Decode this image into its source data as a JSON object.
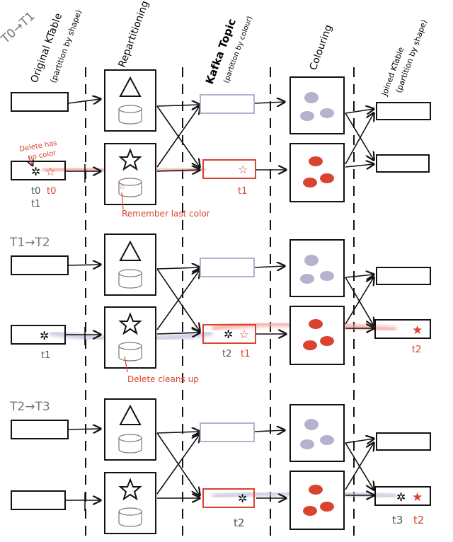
{
  "headers": {
    "original_ktable": "Original KTable",
    "original_ktable_sub": "(partition by shape)",
    "repartitioning": "Repartitioning",
    "kafka_topic": "Kafka Topic",
    "kafka_topic_sub": "(partition by colour)",
    "colouring": "Colouring",
    "joined_ktable": "Joined KTable",
    "joined_ktable_sub": "(partition by shape)"
  },
  "phases": [
    {
      "label": "T0→T1"
    },
    {
      "label": "T1→T2"
    },
    {
      "label": "T2→T3"
    }
  ],
  "annotations": {
    "delete_no_color": "Delete has",
    "delete_no_color_2": "no color",
    "remember_last_color": "Remember last color",
    "delete_cleans_up": "Delete cleans up"
  },
  "timestamps": {
    "p1_t0_black": "t0",
    "p1_t1_black": "t1",
    "p1_t0_red": "t0",
    "p1_topic_t1": "t1",
    "p2_input_t1": "t1",
    "p2_topic_t2": "t2",
    "p2_topic_t1": "t1",
    "p2_out_t2": "t2",
    "p3_topic_t2": "t2",
    "p3_out_t3": "t3",
    "p3_out_t2": "t2"
  },
  "colors": {
    "ink": "#111111",
    "red": "#d9432f",
    "purple": "#b8b0cc",
    "pink_trail": "#f2a7a0",
    "purple_trail": "#c5c3dc",
    "grey_label": "#777777"
  }
}
